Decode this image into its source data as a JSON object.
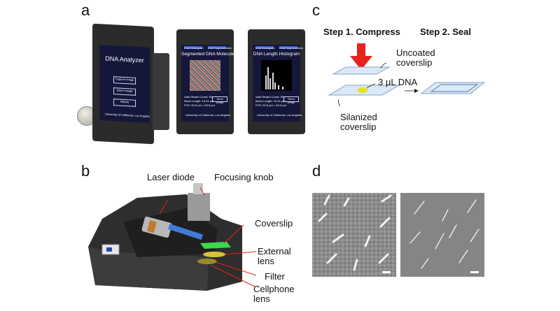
{
  "figure": {
    "panels": {
      "a": "a",
      "b": "b",
      "c": "c",
      "d": "d"
    },
    "a": {
      "screen1_title": "DNA Analyzer",
      "screen1_buttons": [
        "Capture Image",
        "Select Image",
        "History"
      ],
      "screen1_footer": "University of California, Los Angeles",
      "screen2_title": "Segmented DNA Molecules",
      "screen2_tabs": [
        "DNA Histogram",
        "DNA Segmentation"
      ],
      "screen2_stats": [
        "Valid Strand Count: 50",
        "Mean Length: 16.24 μm",
        "FOV: 50.6 μm × 50.6 μm"
      ],
      "screen2_button": "Send Email",
      "screen2_footer": "University of California, Los Angeles",
      "screen3_title": "DNA Length Histogram",
      "screen3_tabs": [
        "DNA Histogram",
        "DNA Segmentation"
      ],
      "screen3_stats": [
        "Valid Strand Count: 50",
        "Mean Length: 16.24 μm",
        "FOV: 50.6 μm × 50.6 μm"
      ],
      "screen3_button": "Send Email",
      "screen3_footer": "University of California, Los Angeles"
    },
    "b": {
      "labels": {
        "laser": "Laser diode",
        "knob": "Focusing knob",
        "coverslip": "Coverslip",
        "ext1": "External",
        "ext2": "lens",
        "filter": "Filter",
        "cell1": "Cellphone",
        "cell2": "lens"
      }
    },
    "c": {
      "step1": "Step 1. Compress",
      "step2": "Step 2. Seal",
      "uncoated1": "Uncoated",
      "uncoated2": "coverslip",
      "dna": "3 μL DNA",
      "silanized1": "Silanized",
      "silanized2": "coverslip"
    },
    "colors": {
      "arrow_red": "#e8221c",
      "dna_yellow": "#e8e21a",
      "coverslip_fill": "#dce8f5",
      "coverslip_stroke": "#7fa3c9"
    }
  }
}
